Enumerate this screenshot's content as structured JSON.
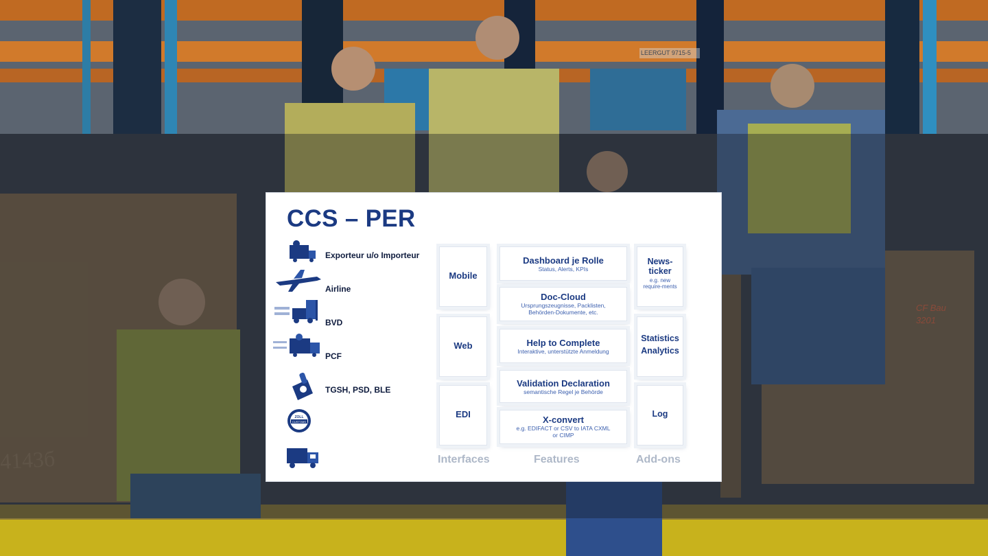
{
  "slide": {
    "title": "CCS – PER",
    "actors": [
      {
        "label": "Exporteur u/o Importeur",
        "icon": "exporter-truck-icon"
      },
      {
        "label": "Airline",
        "icon": "airplane-icon"
      },
      {
        "label": "BVD",
        "icon": "forklift-icon"
      },
      {
        "label": "PCF",
        "icon": "delivery-truck-icon"
      },
      {
        "label": "TGSH, PSD, BLE",
        "icon": "stamp-document-icon"
      },
      {
        "label": "",
        "icon": "zoll-customs-seal-icon"
      },
      {
        "label": "",
        "icon": "truck-icon"
      }
    ],
    "zoll_seal_text": [
      "ZOLL",
      "CUSTOMS"
    ],
    "interfaces": [
      {
        "title": "Mobile"
      },
      {
        "title": "Web"
      },
      {
        "title": "EDI"
      }
    ],
    "features": [
      {
        "title": "Dashboard je Rolle",
        "sub": "Status, Alerts, KPIs"
      },
      {
        "title": "Doc-Cloud",
        "sub": "Ursprungszeugnisse, Packlisten, Behörden-Dokumente, etc."
      },
      {
        "title": "Help to Complete",
        "sub": "Interaktive, unterstützte Anmeldung"
      },
      {
        "title": "Validation Declaration",
        "sub": "semantische Regel je Behörde"
      },
      {
        "title": "X-convert",
        "sub": "e.g. EDIFACT or CSV to IATA CXML or CIMP"
      }
    ],
    "addons": [
      {
        "title": "News-ticker",
        "sub": "e.g. new require-ments"
      },
      {
        "title": "Statistics Analytics",
        "sub": ""
      },
      {
        "title": "Log",
        "sub": ""
      }
    ],
    "column_labels": {
      "interfaces": "Interfaces",
      "features": "Features",
      "addons": "Add-ons"
    }
  },
  "background_text": {
    "crate_number": "4143б",
    "sign": "LEERGUT 9715-5",
    "crate_marks": "CF Bau 3201"
  },
  "colors": {
    "title_blue": "#1b3a82",
    "accent_blue": "#3b5fae",
    "label_gray": "#aeb8c8"
  }
}
